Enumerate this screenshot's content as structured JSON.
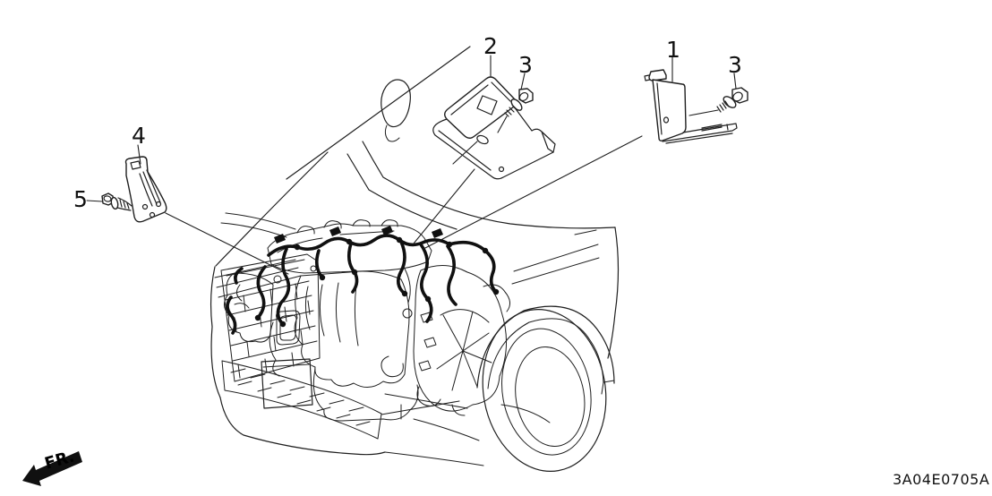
{
  "diagram": {
    "code": "3A04E0705A",
    "direction_indicator": "FR.",
    "callouts": [
      {
        "label": "1"
      },
      {
        "label": "2"
      },
      {
        "label": "3"
      },
      {
        "label": "3"
      },
      {
        "label": "4"
      },
      {
        "label": "5"
      }
    ]
  },
  "colors": {
    "line": "#1f1f1f",
    "harness": "#101010",
    "background": "#ffffff"
  }
}
